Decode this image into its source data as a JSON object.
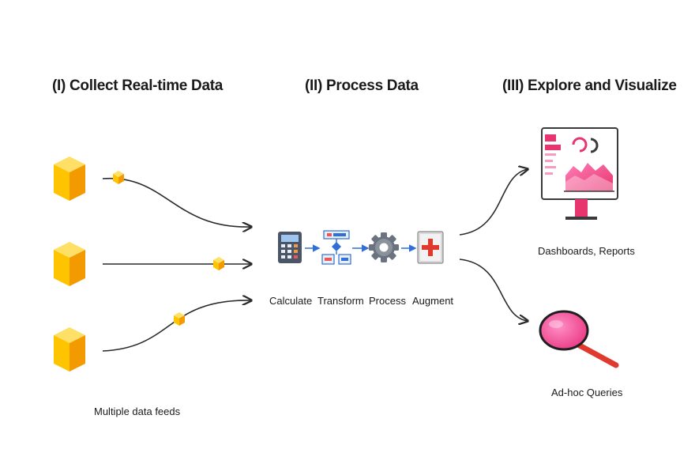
{
  "stages": {
    "collect": {
      "title": "(I) Collect Real-time Data",
      "caption": "Multiple data feeds"
    },
    "process": {
      "title": "(II) Process Data",
      "steps": [
        {
          "label": "Calculate",
          "icon": "calculator-icon"
        },
        {
          "label": "Transform",
          "icon": "flowchart-icon"
        },
        {
          "label": "Process",
          "icon": "gear-icon"
        },
        {
          "label": "Augment",
          "icon": "plus-box-icon"
        }
      ]
    },
    "explore": {
      "title": "(III) Explore and Visualize",
      "outputs": [
        {
          "label": "Dashboards, Reports",
          "icon": "dashboard-monitor-icon"
        },
        {
          "label": "Ad-hoc Queries",
          "icon": "magnifier-icon"
        }
      ]
    }
  },
  "colors": {
    "cube_light": "#ffd21a",
    "cube_dark": "#f39a00",
    "arrow": "#2a2a2a",
    "step_arrow": "#2f6fd6",
    "accent_pink": "#e8356f",
    "accent_red": "#e03a2e",
    "lens_pink": "#f05aa0"
  }
}
